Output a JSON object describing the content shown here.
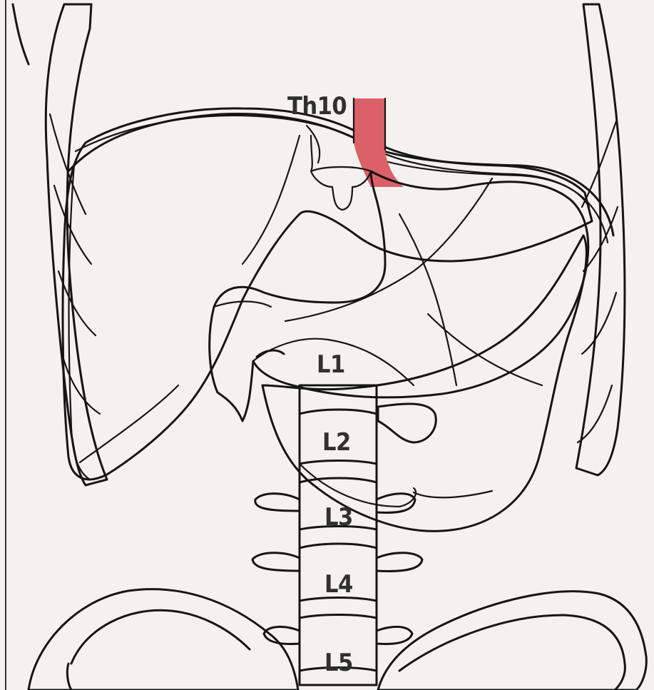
{
  "labels": {
    "th10": "Th10",
    "l1": "L1",
    "l2": "L2",
    "l3": "L3",
    "l4": "L4",
    "l5": "L5"
  },
  "colors": {
    "background": "#f4f2ee",
    "organ_fill": "#ebe6de",
    "stomach": "#dc5f67",
    "stomach_dark": "#c84652",
    "spleen_shadow": "#b8b3ab",
    "outline": "#151515",
    "label_text": "#303030"
  }
}
